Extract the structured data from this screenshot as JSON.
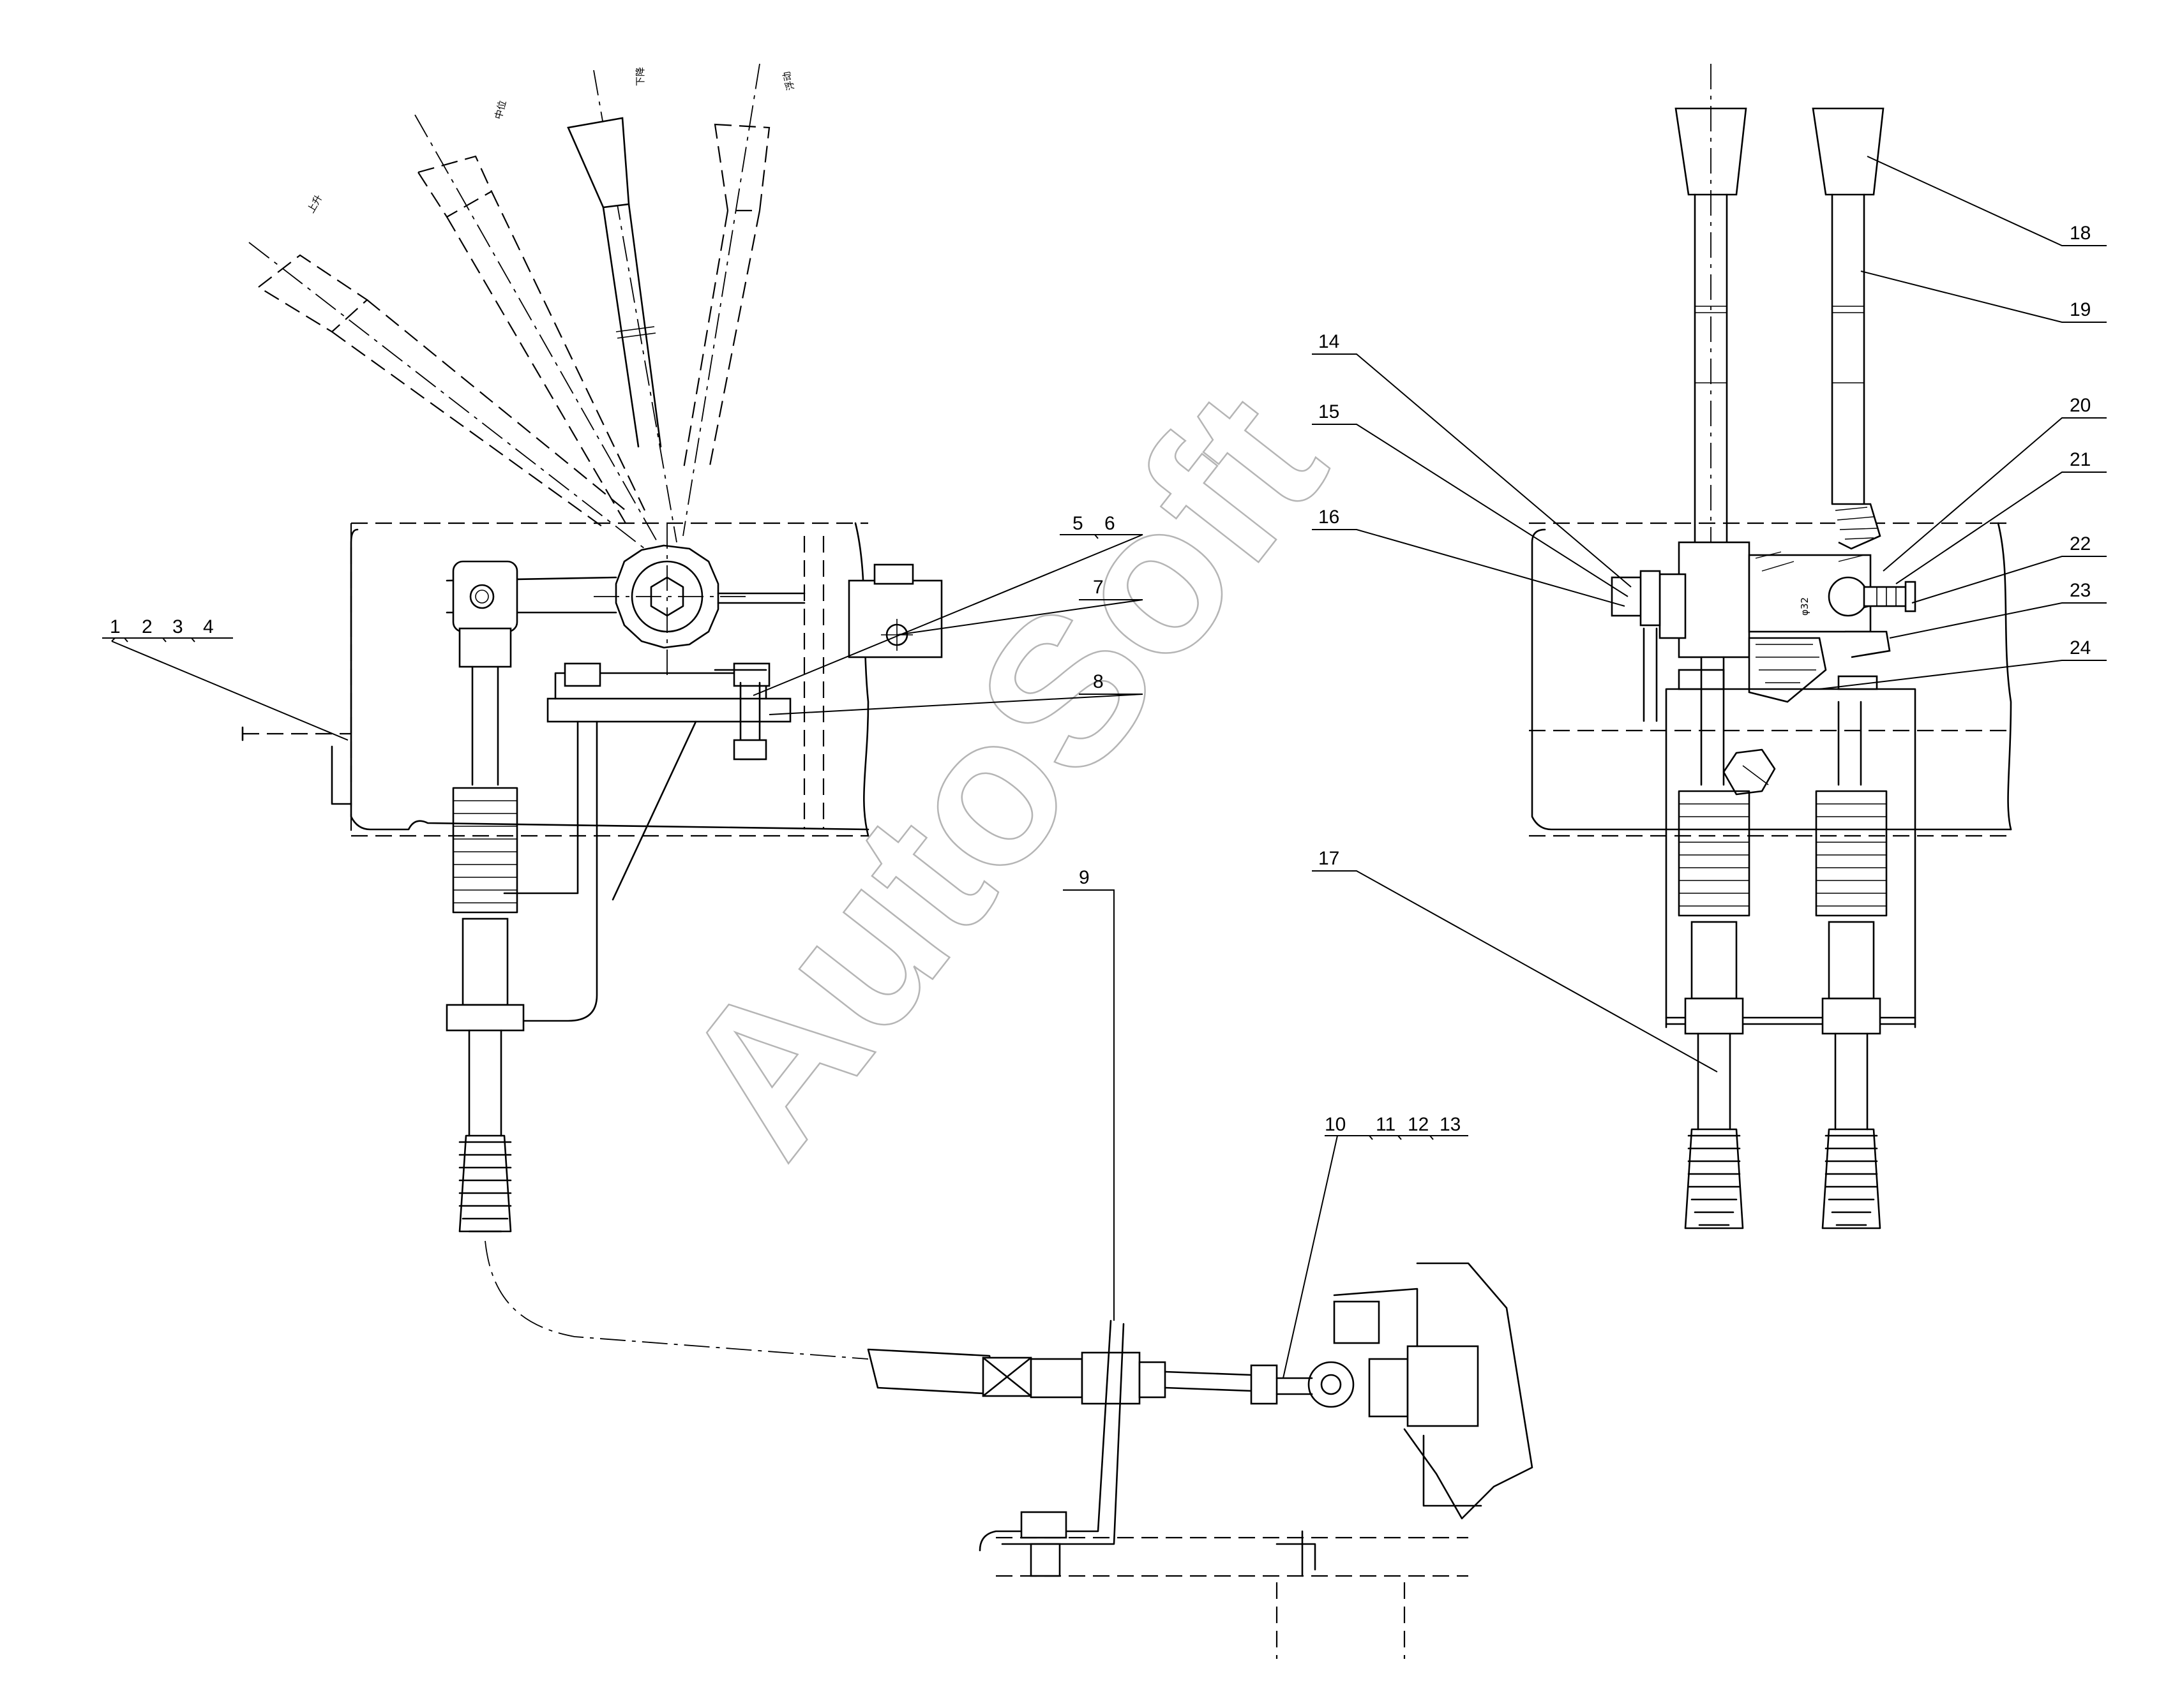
{
  "watermark": "AutoSoft",
  "callouts": {
    "c1": "1",
    "c2": "2",
    "c3": "3",
    "c4": "4",
    "c5": "5",
    "c6": "6",
    "c7": "7",
    "c8": "8",
    "c9": "9",
    "c10": "10",
    "c11": "11",
    "c12": "12",
    "c13": "13",
    "c14": "14",
    "c15": "15",
    "c16": "16",
    "c17": "17",
    "c18": "18",
    "c19": "19",
    "c20": "20",
    "c21": "21",
    "c22": "22",
    "c23": "23",
    "c24": "24"
  },
  "position_labels": {
    "up": "上升",
    "neutral": "中位",
    "down": "下降",
    "float": "浮动"
  },
  "dimension_label": "φ32"
}
